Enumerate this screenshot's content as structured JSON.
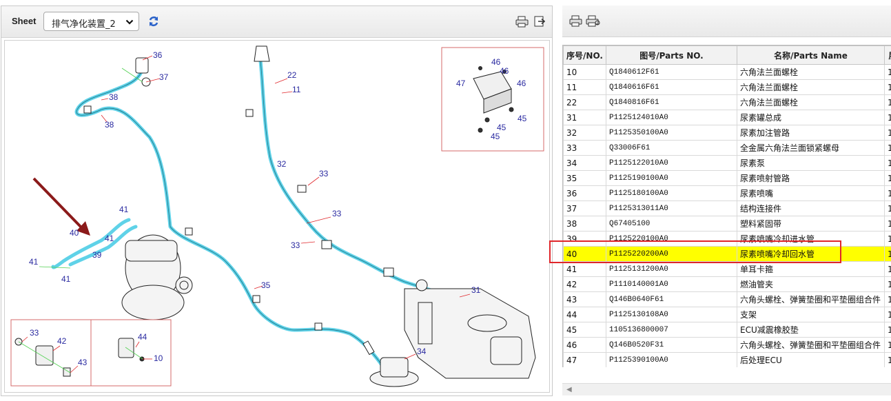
{
  "toolbar": {
    "sheet_label": "Sheet",
    "sheet_value": "排气净化装置_2",
    "icons": [
      "refresh-icon",
      "print-icon",
      "export-icon"
    ]
  },
  "right_toolbar": {
    "icons": [
      "print-icon",
      "print-preview-icon"
    ]
  },
  "table": {
    "columns": [
      "序号/NO.",
      "图号/Parts NO.",
      "名称/Parts Name",
      "层"
    ],
    "rows": [
      {
        "no": "10",
        "part": "Q1840612F61",
        "name": "六角法兰面螺栓",
        "qty": "1"
      },
      {
        "no": "11",
        "part": "Q1840616F61",
        "name": "六角法兰面螺栓",
        "qty": "1"
      },
      {
        "no": "22",
        "part": "Q1840816F61",
        "name": "六角法兰面螺栓",
        "qty": "1"
      },
      {
        "no": "31",
        "part": "P1125124010A0",
        "name": "尿素罐总成",
        "qty": "1"
      },
      {
        "no": "32",
        "part": "P1125350100A0",
        "name": "尿素加注管路",
        "qty": "1"
      },
      {
        "no": "33",
        "part": "Q33006F61",
        "name": "全金属六角法兰面锁紧螺母",
        "qty": "1"
      },
      {
        "no": "34",
        "part": "P1125122010A0",
        "name": "尿素泵",
        "qty": "1"
      },
      {
        "no": "35",
        "part": "P1125190100A0",
        "name": "尿素喷射管路",
        "qty": "1"
      },
      {
        "no": "36",
        "part": "P1125180100A0",
        "name": "尿素喷嘴",
        "qty": "1"
      },
      {
        "no": "37",
        "part": "P1125313011A0",
        "name": "结构连接件",
        "qty": "1"
      },
      {
        "no": "38",
        "part": "Q67405100",
        "name": "塑料紧固带",
        "qty": "1"
      },
      {
        "no": "39",
        "part": "P1125220100A0",
        "name": "尿素喷嘴冷却进水管",
        "qty": "1"
      },
      {
        "no": "40",
        "part": "P1125220200A0",
        "name": "尿素喷嘴冷却回水管",
        "qty": "1",
        "selected": true
      },
      {
        "no": "41",
        "part": "P1125131200A0",
        "name": "单耳卡箍",
        "qty": "1"
      },
      {
        "no": "42",
        "part": "P1110140001A0",
        "name": "燃油管夹",
        "qty": "1"
      },
      {
        "no": "43",
        "part": "Q146B0640F61",
        "name": "六角头螺栓、弹簧垫圈和平垫圈组合件",
        "qty": "1"
      },
      {
        "no": "44",
        "part": "P1125130108A0",
        "name": "支架",
        "qty": "1"
      },
      {
        "no": "45",
        "part": "1105136800007",
        "name": "ECU减震橡胶垫",
        "qty": "1"
      },
      {
        "no": "46",
        "part": "Q146B0520F31",
        "name": "六角头螺栓、弹簧垫圈和平垫圈组合件",
        "qty": "1"
      },
      {
        "no": "47",
        "part": "P1125390100A0",
        "name": "后处理ECU",
        "qty": "1"
      }
    ]
  },
  "diagram": {
    "callouts": [
      "36",
      "37",
      "38",
      "38",
      "22",
      "11",
      "46",
      "46",
      "46",
      "47",
      "45",
      "45",
      "45",
      "32",
      "33",
      "33",
      "33",
      "41",
      "40",
      "41",
      "39",
      "41",
      "41",
      "35",
      "31",
      "34",
      "33",
      "42",
      "43",
      "44",
      "10"
    ],
    "colors": {
      "line": "#2a2aa0",
      "pipe": "#5fd2e8",
      "arrow": "#8b1a1a",
      "frame": "#d46a6a"
    }
  }
}
